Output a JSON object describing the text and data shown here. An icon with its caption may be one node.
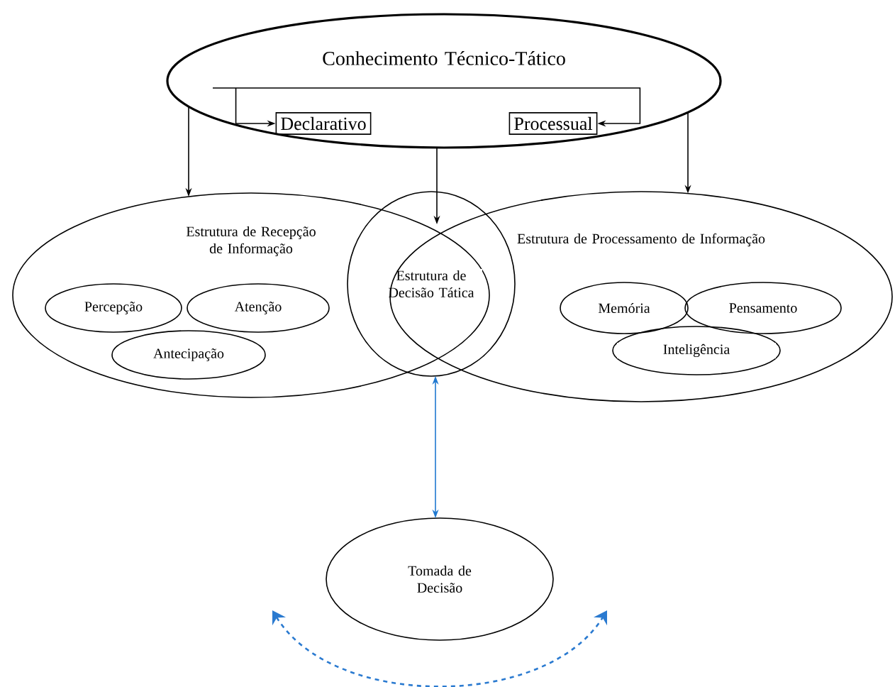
{
  "diagram": {
    "nodes": [
      {
        "text": [
          "Conhecimento Técnico-Tático"
        ]
      },
      {
        "text": [
          "Declarativo"
        ],
        "in": 0
      },
      {
        "text": [
          "Processual"
        ],
        "in": 0
      },
      {
        "text": [
          "Estrutura de Recepção de Informação"
        ]
      },
      {
        "text": [
          "Percepção"
        ],
        "in": 3
      },
      {
        "text": [
          "Atenção"
        ],
        "in": 3
      },
      {
        "text": [
          "Antecipação"
        ],
        "in": 3
      },
      {
        "text": [
          "Estrutura de Decisão Tática"
        ]
      },
      {
        "text": [
          "Estrutura de Processamento de Informação"
        ]
      },
      {
        "text": [
          "Memória"
        ],
        "in": 8
      },
      {
        "text": [
          "Pensamento"
        ],
        "in": 8
      },
      {
        "text": [
          "Inteligência"
        ],
        "in": 8
      },
      {
        "text": [
          "Tomada de Decisão"
        ]
      }
    ],
    "edges": [
      {
        "from": 1,
        "to": 2,
        "arrow": "both"
      },
      {
        "from": 0,
        "to": 3,
        "arrow": "to"
      },
      {
        "from": 0,
        "to": 7,
        "arrow": "to"
      },
      {
        "from": 0,
        "to": 8,
        "arrow": "to"
      },
      {
        "from": 7,
        "to": 12,
        "arrow": "both",
        "color": "#1f78d0"
      }
    ]
  }
}
